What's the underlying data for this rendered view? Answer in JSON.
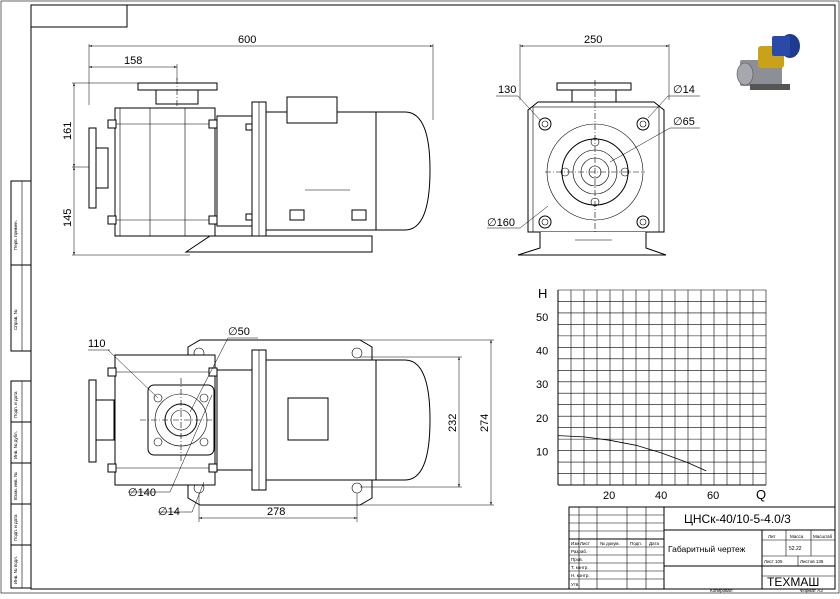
{
  "front_view": {
    "dim_overall_length": "600",
    "dim_flange_offset": "158",
    "dim_height_upper": "161",
    "dim_height_lower": "145"
  },
  "side_view": {
    "dim_width": "250",
    "dim_bolt_circle": "130",
    "dim_hole_small": "∅14",
    "dim_hole_large": "∅65",
    "dim_flange_dia": "∅160"
  },
  "top_view": {
    "dim_bolt_circle": "110",
    "dim_port_dia": "∅50",
    "dim_flange_dia": "∅140",
    "dim_mount_hole": "∅14",
    "dim_base_length": "278",
    "dim_base_width_inner": "232",
    "dim_base_width_outer": "274"
  },
  "chart_data": {
    "type": "line",
    "ylabel": "H",
    "xlabel": "Q",
    "x_ticks": [
      "20",
      "40",
      "60"
    ],
    "y_ticks": [
      "10",
      "20",
      "30",
      "40",
      "50"
    ],
    "xlim": [
      0,
      80
    ],
    "ylim": [
      0,
      58
    ],
    "grid": true,
    "series": [
      {
        "x": [
          0,
          10,
          20,
          30,
          40,
          50,
          57
        ],
        "y": [
          14.7,
          14.3,
          13.3,
          11.8,
          9.5,
          6.6,
          4.2
        ]
      }
    ]
  },
  "title_block": {
    "designation": "ЦНСк-40/10-5-4.0/3",
    "document_name": "Габаритный чертеж",
    "lit_header": "Лит",
    "mass_header": "Масса",
    "scale_header": "Масштаб",
    "mass_value": "52.22",
    "sheet_label": "Лист 105",
    "sheets_label": "Листов 136",
    "company": "ТЕХМАШ",
    "col_change": "Изм",
    "col_sheet": "Лист",
    "col_doc": "№ докум.",
    "col_sign": "Подп.",
    "col_date": "Дата",
    "row_developed": "Разраб.",
    "row_checked": "Пров.",
    "row_tech": "Т. контр.",
    "row_norm": "Н. контр.",
    "row_approved": "Утв.",
    "copied": "Копировал",
    "format": "Формат А3"
  },
  "side_stamp": {
    "perv_primen": "Перв. примен.",
    "sprav": "Справ. №",
    "podp_data_1": "Подп. и дата",
    "inv_dubl": "Инв. № дубл.",
    "vzam_inv": "Взам. инв. №",
    "podp_data_2": "Подп. и дата",
    "inv_podl": "Инв. № подл."
  }
}
